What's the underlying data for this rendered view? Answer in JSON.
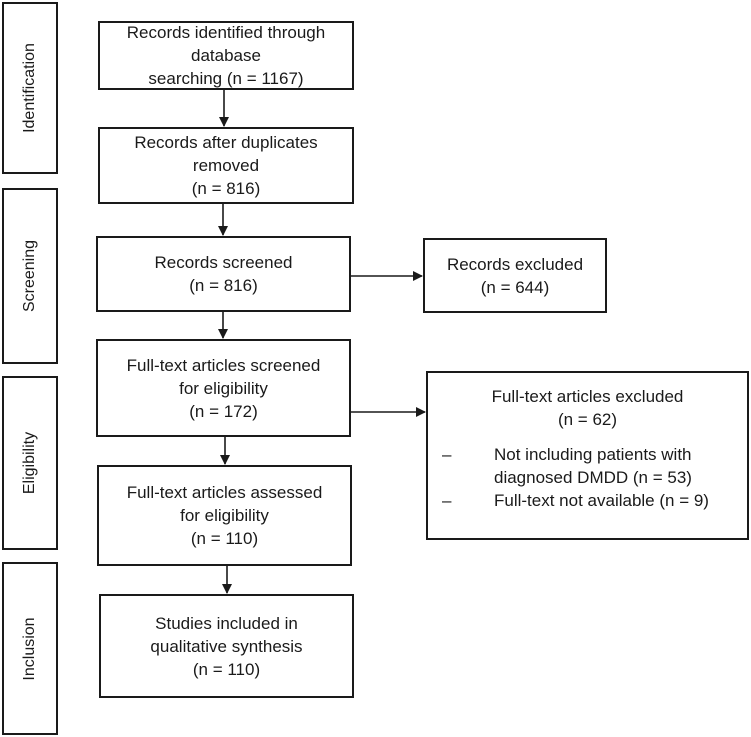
{
  "phases": {
    "identification": "Identification",
    "screening": "Screening",
    "eligibility": "Eligibility",
    "inclusion": "Inclusion"
  },
  "boxes": {
    "identified": [
      "Records identified through database",
      "searching (n = 1167)"
    ],
    "duplicates_removed": [
      "Records after duplicates removed",
      "(n = 816)"
    ],
    "screened": [
      "Records screened",
      "(n = 816)"
    ],
    "excluded": [
      "Records excluded",
      "(n = 644)"
    ],
    "fulltext_screened": [
      "Full-text articles screened",
      "for eligibility",
      "(n = 172)"
    ],
    "fulltext_excluded": {
      "title": "Full-text articles excluded",
      "count": "(n = 62)",
      "bullet": "–",
      "reasons": [
        [
          "Not including patients with",
          "diagnosed DMDD (n = 53)"
        ],
        [
          "Full-text not available (n = 9)"
        ]
      ]
    },
    "assessed": [
      "Full-text articles assessed",
      "for eligibility",
      "(n = 110)"
    ],
    "included": [
      "Studies included in",
      "qualitative synthesis",
      "(n = 110)"
    ]
  }
}
